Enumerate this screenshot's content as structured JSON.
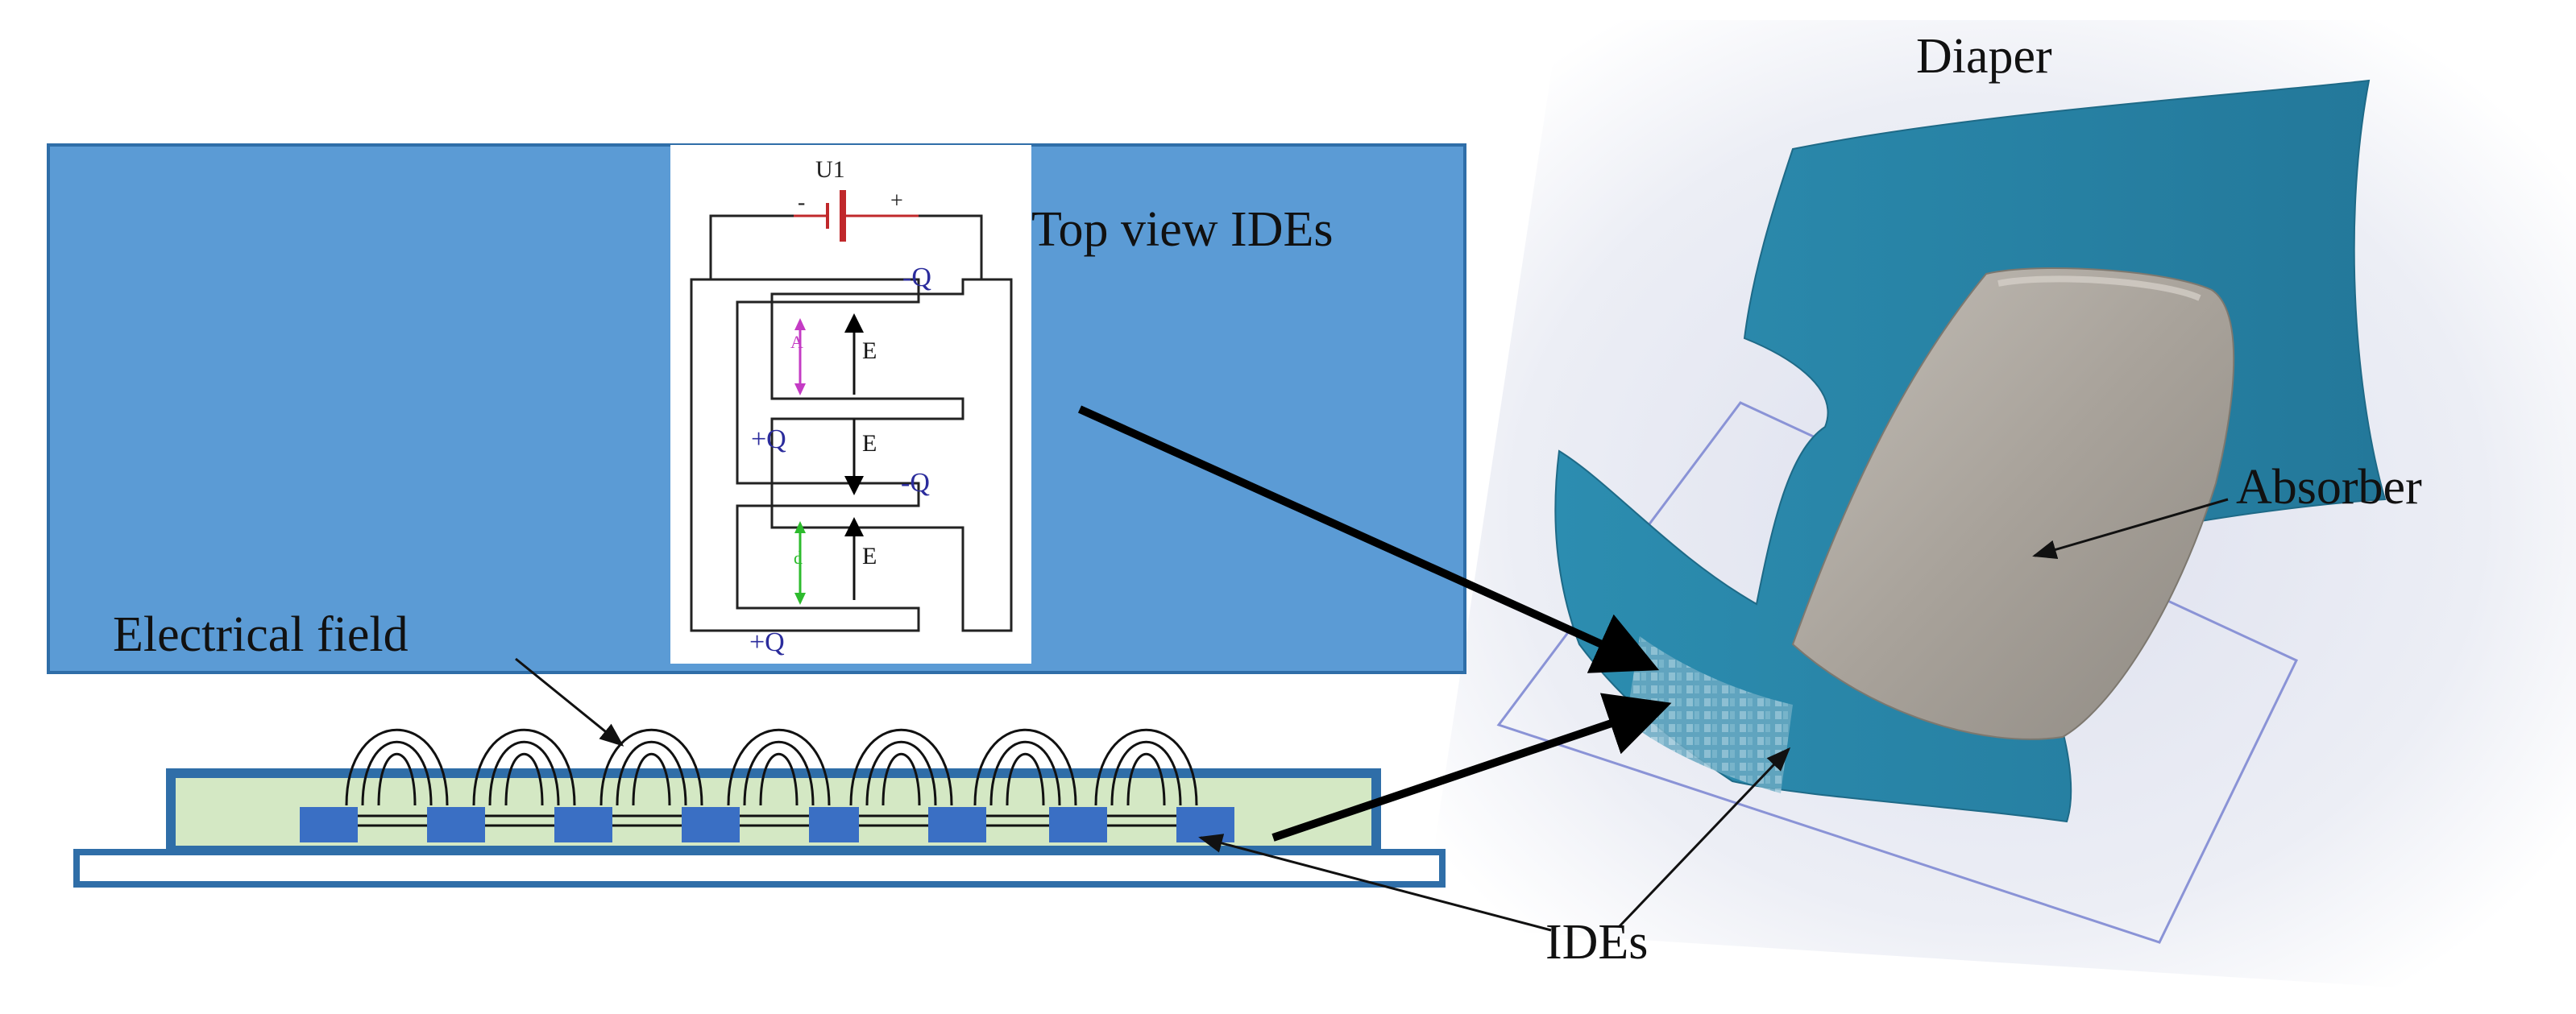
{
  "labels": {
    "diaper": "Diaper",
    "top_view": "Top view IDEs",
    "absorber": "Absorber",
    "electrical_field": "Electrical field",
    "ides": "IDEs"
  },
  "schematic": {
    "source": "U1",
    "source_minus": "-",
    "source_plus": "+",
    "neg_charge": "-Q",
    "pos_charge": "+Q",
    "field": "E",
    "gap_a": "A",
    "gap_d": "d"
  },
  "colors": {
    "panel_blue": "#5b9bd5",
    "diaper_teal": "#2a87a8",
    "absorber_gray": "#a39d95",
    "substrate_green": "#d4e8c4",
    "electrode_blue": "#3a6fc4",
    "battery_red": "#c0282b",
    "charge_navy": "#2b2c9c",
    "gap_magenta": "#c43bc4",
    "gap_green": "#2dbb2d"
  },
  "icons": [
    "battery-icon",
    "arrow-icon"
  ]
}
